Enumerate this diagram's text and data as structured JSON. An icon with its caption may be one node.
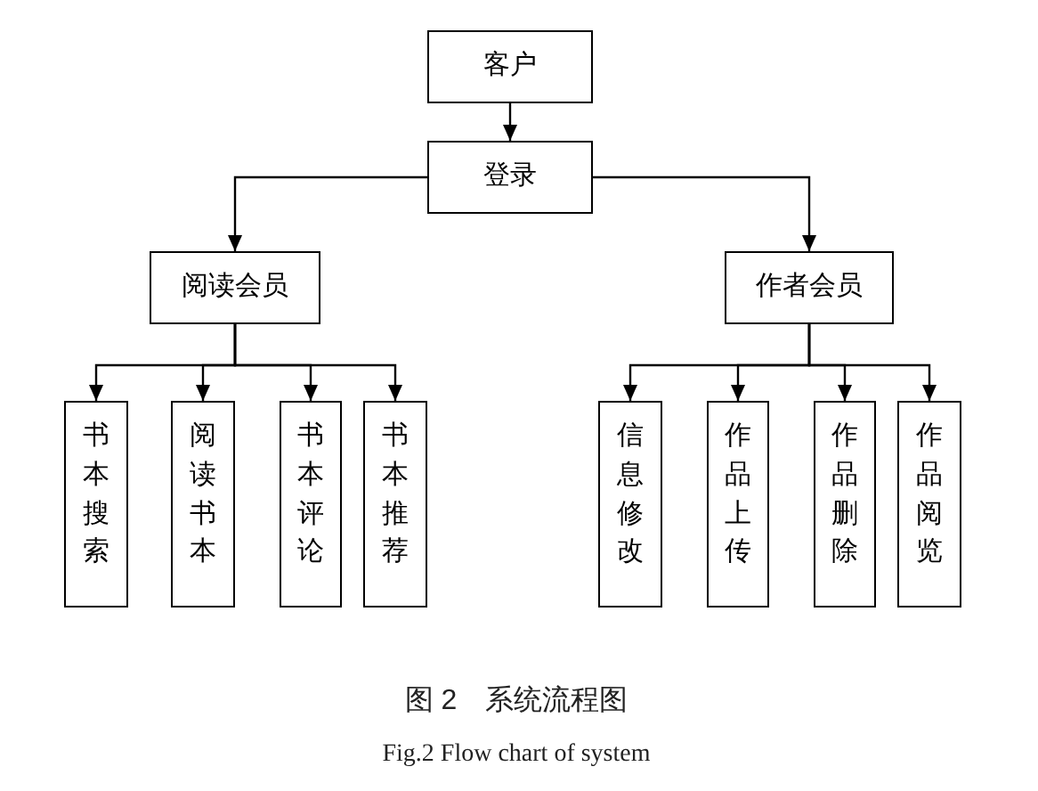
{
  "diagram": {
    "caption": "图 2　系统流程图",
    "nodes": [
      {
        "text": [
          "客户"
        ]
      },
      {
        "text": [
          "登录"
        ]
      },
      {
        "text": [
          "阅读会员"
        ]
      },
      {
        "text": [
          "作者会员"
        ]
      },
      {
        "text": [
          "书本搜索"
        ]
      },
      {
        "text": [
          "阅读书本"
        ]
      },
      {
        "text": [
          "书本评论"
        ]
      },
      {
        "text": [
          "书本推荐"
        ]
      },
      {
        "text": [
          "信息修改"
        ]
      },
      {
        "text": [
          "作品上传"
        ]
      },
      {
        "text": [
          "作品删除"
        ]
      },
      {
        "text": [
          "作品阅览"
        ]
      }
    ],
    "edges": [
      {
        "from": 0,
        "to": 1,
        "arrow": "to"
      },
      {
        "from": 1,
        "to": 2,
        "arrow": "to"
      },
      {
        "from": 1,
        "to": 3,
        "arrow": "to"
      },
      {
        "from": 2,
        "to": 4,
        "arrow": "to"
      },
      {
        "from": 2,
        "to": 5,
        "arrow": "to"
      },
      {
        "from": 2,
        "to": 6,
        "arrow": "to"
      },
      {
        "from": 2,
        "to": 7,
        "arrow": "to"
      },
      {
        "from": 3,
        "to": 8,
        "arrow": "to"
      },
      {
        "from": 3,
        "to": 9,
        "arrow": "to"
      },
      {
        "from": 3,
        "to": 10,
        "arrow": "to"
      },
      {
        "from": 3,
        "to": 11,
        "arrow": "to"
      }
    ],
    "labels": [
      "Fig.2 Flow chart of system"
    ]
  }
}
